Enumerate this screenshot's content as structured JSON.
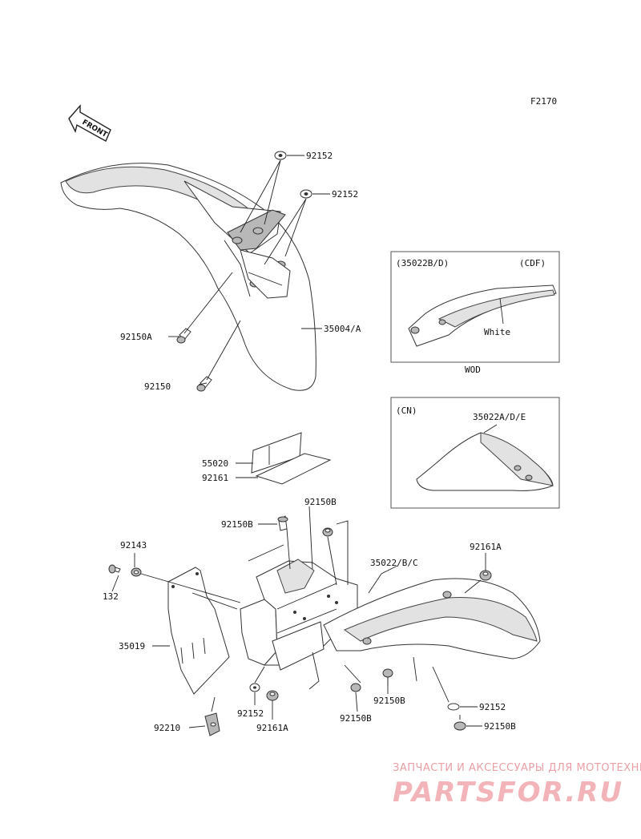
{
  "diagram_code": "F2170",
  "front_arrow": "FRONT",
  "labels": {
    "p92152_a": "92152",
    "p92152_b": "92152",
    "p92150A": "92150A",
    "p35004A": "35004/A",
    "p92150": "92150",
    "p55020": "55020",
    "p92161": "92161",
    "p92150B_a": "92150B",
    "p92150B_b": "92150B",
    "p92143": "92143",
    "p132": "132",
    "p35022BC": "35022/B/C",
    "p92161A_a": "92161A",
    "p35019": "35019",
    "p92152_c": "92152",
    "p92161A_b": "92161A",
    "p92150B_c": "92150B",
    "p92150B_d": "92150B",
    "p92152_d": "92152",
    "p92210": "92210",
    "p92150B_e": "92150B"
  },
  "inset_wod": {
    "ref": "(35022B/D)",
    "variant": "(CDF)",
    "color_note": "White",
    "caption": "WOD"
  },
  "inset_cn": {
    "variant": "(CN)",
    "ref": "35022A/D/E"
  },
  "watermark": {
    "tagline": "ЗАПЧАСТИ И АКСЕССУАРЫ ДЛЯ МОТОТЕХНИКИ",
    "logo": "PARTSFOR.RU"
  }
}
